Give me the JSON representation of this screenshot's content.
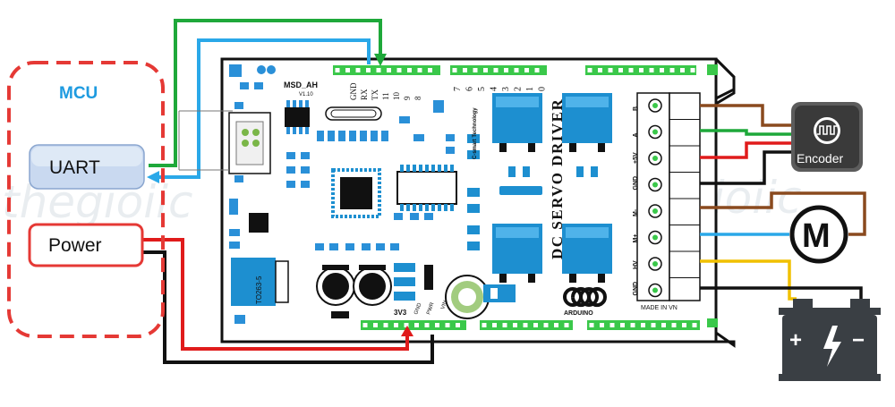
{
  "watermark": "thegioiic",
  "mcu": {
    "title": "MCU",
    "uart_label": "UART",
    "power_label": "Power"
  },
  "board": {
    "model_label": "MSD_AH",
    "version_label": "V1.10",
    "top_pin_labels": [
      "GND",
      "RX",
      "TX",
      "11",
      "10",
      "9",
      "8"
    ],
    "digit_pin_labels": [
      "7",
      "6",
      "5",
      "4",
      "3",
      "2",
      "1",
      "0"
    ],
    "title_label": "DC SERVO DRIVER",
    "maker_label": "C-smart Technology",
    "regulator_label": "TO263-5",
    "bottom_labels": {
      "v33": "3V3",
      "gnd": "GND",
      "pwr": "PWR",
      "vin": "VIN"
    },
    "arduino_label": "ARDUINO",
    "made_in_label": "MADE IN VN",
    "terminal_labels": [
      "B",
      "A",
      "+5V",
      "GND",
      "M-",
      "M+",
      "HV",
      "GND"
    ]
  },
  "encoder": {
    "label": "Encoder"
  },
  "motor": {
    "label": "M"
  },
  "battery": {
    "plus": "+",
    "minus": "−"
  },
  "colors": {
    "mcu_frame": "#e53935",
    "mcu_title": "#1e9be0",
    "uart_fill": "#c9d9f0",
    "wire_green": "#1ea83a",
    "wire_blue": "#2aa8e8",
    "wire_red": "#e01b1b",
    "wire_black": "#111111",
    "wire_brown": "#8a4a1e",
    "wire_yellow": "#f0c000",
    "component_blue": "#1d8fd0",
    "header_green": "#3ac84a"
  }
}
